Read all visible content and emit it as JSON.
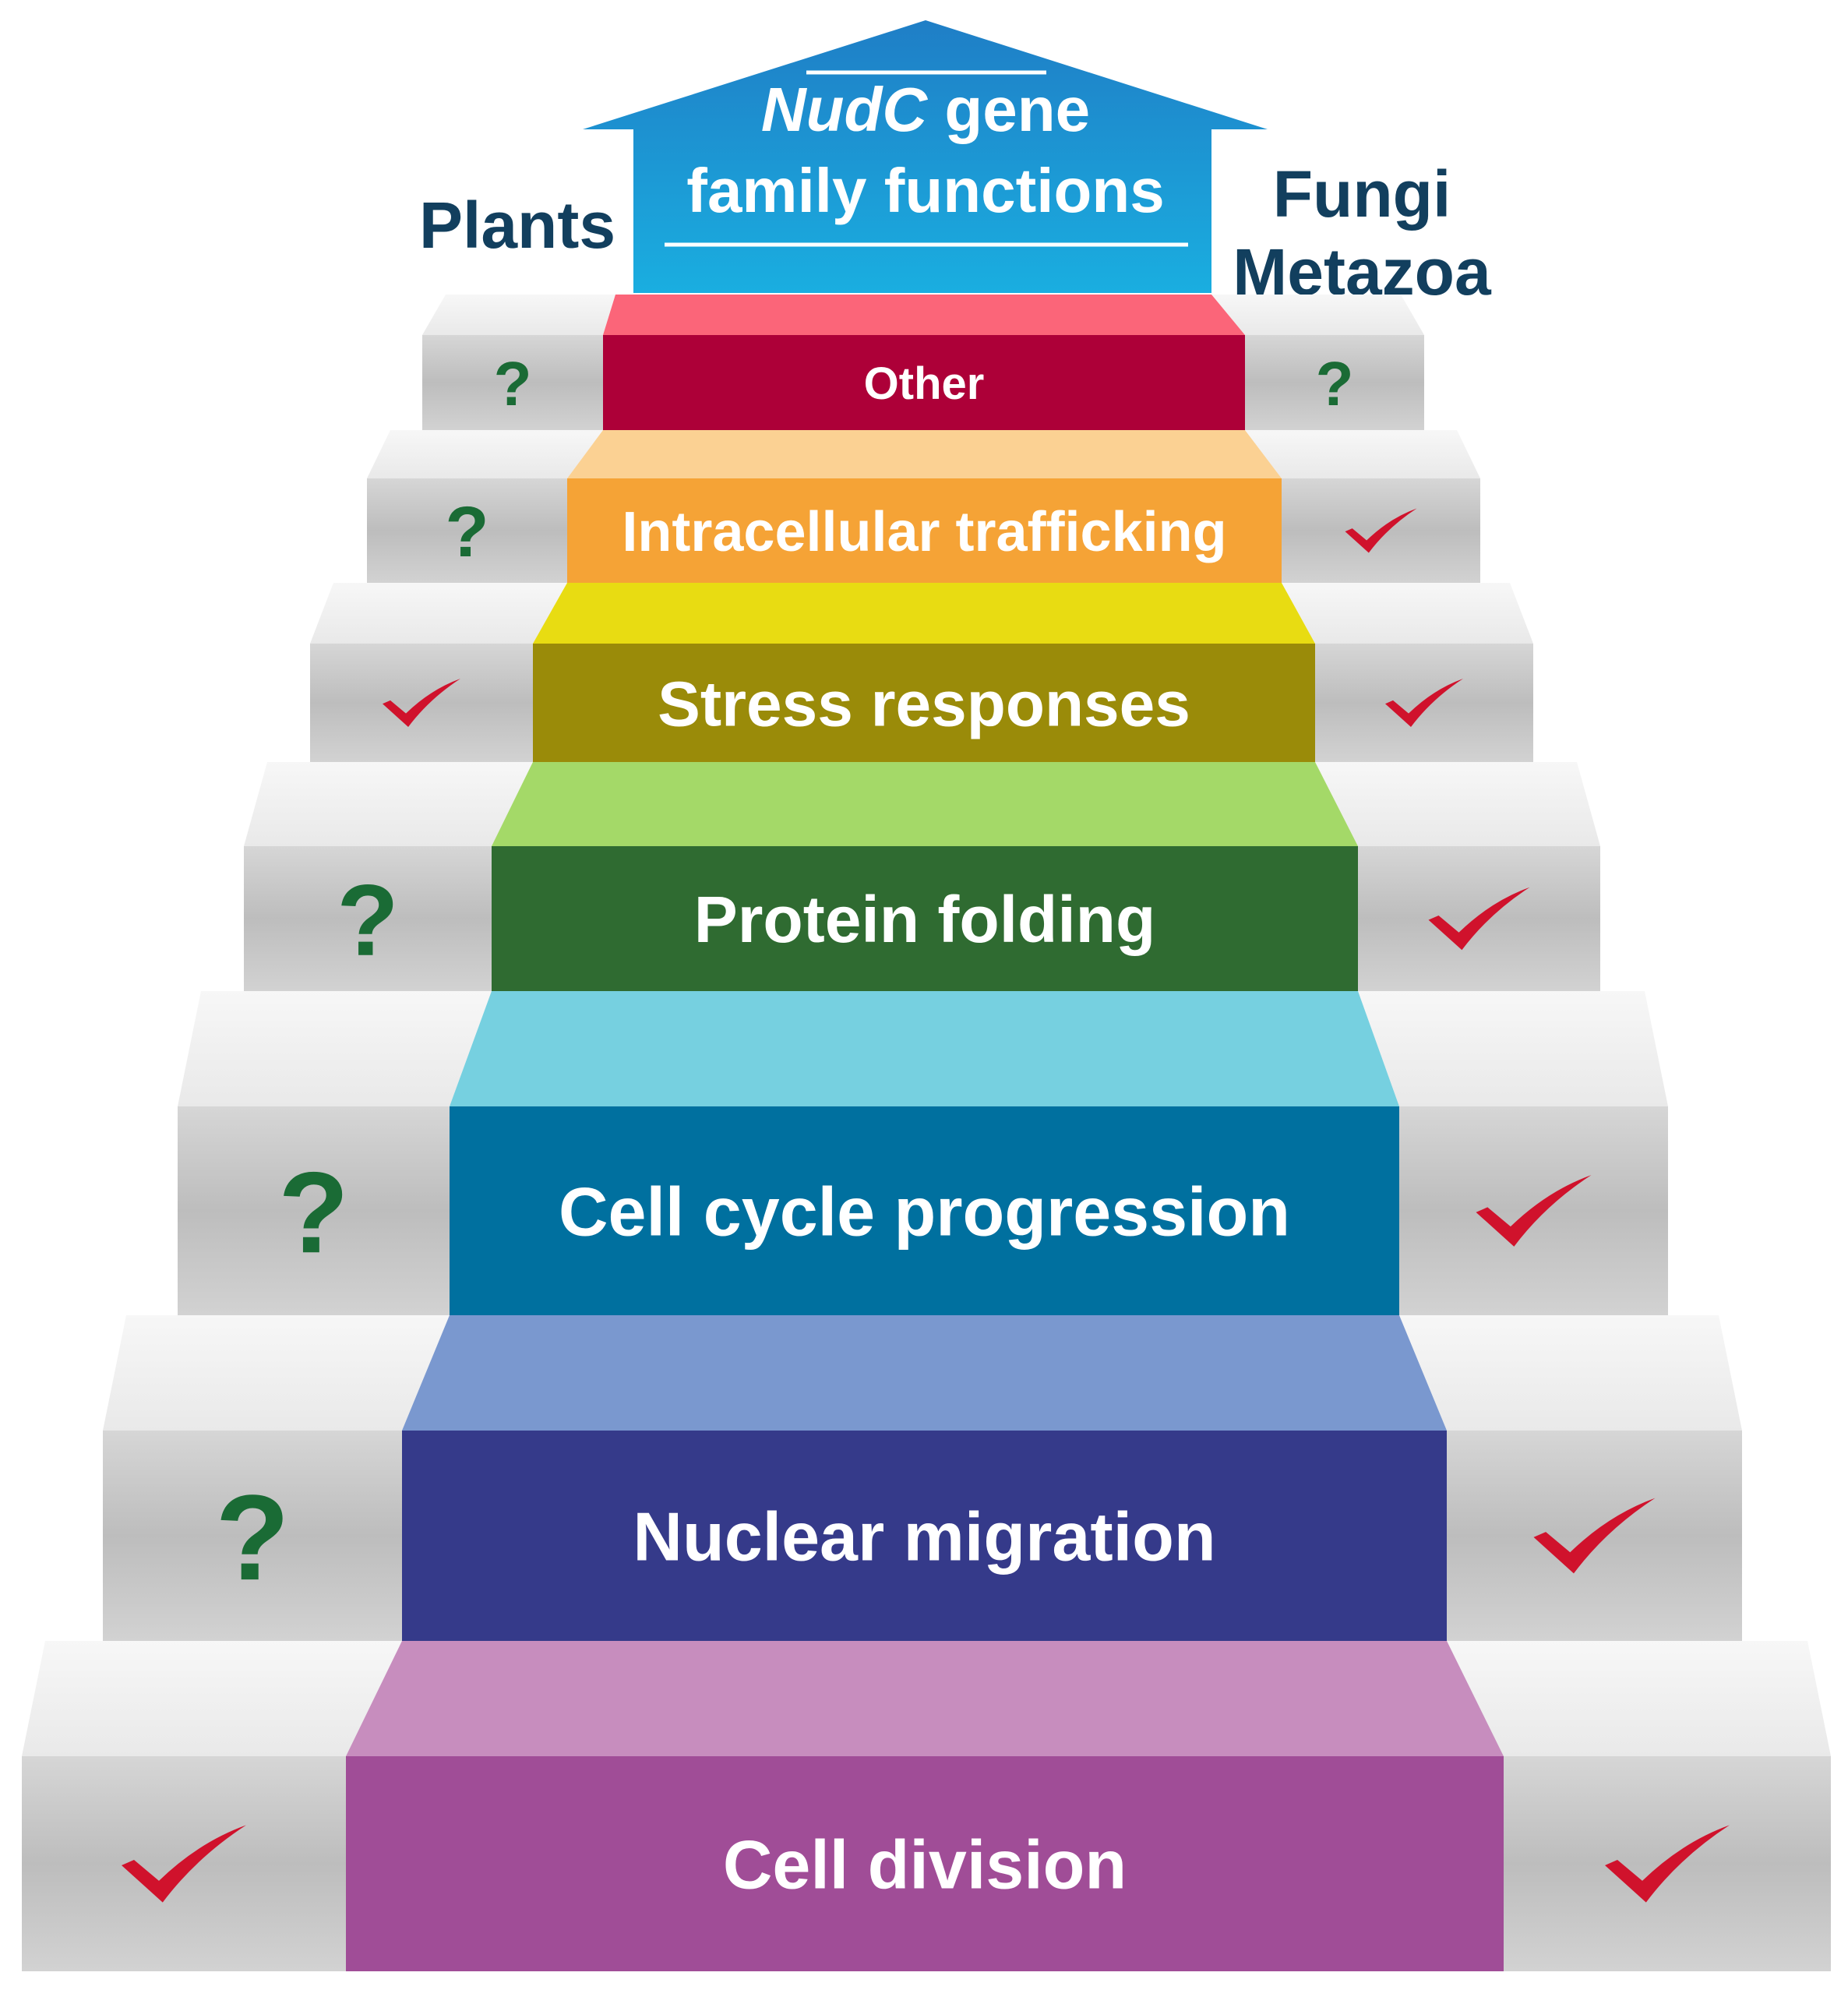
{
  "header": {
    "title_italic": "NudC",
    "title_line1_rest": " gene",
    "title_line2": "family functions",
    "arrow_color": "#1e90d6",
    "left_group": "Plants",
    "right_group_line1": "Fungi",
    "right_group_line2": "Metazoa",
    "group_label_color": "#123f5e"
  },
  "steps": [
    {
      "label": "Other",
      "riser_color": "#ad0038",
      "tread_color": "#fb6579",
      "plants": "question",
      "fungi_metazoa": "question"
    },
    {
      "label": "Intracellular trafficking",
      "riser_color": "#f5a336",
      "tread_color": "#fbd193",
      "plants": "question",
      "fungi_metazoa": "check"
    },
    {
      "label": "Stress responses",
      "riser_color": "#9a8b09",
      "tread_color": "#e8dc12",
      "plants": "check",
      "fungi_metazoa": "check"
    },
    {
      "label": "Protein folding",
      "riser_color": "#2f6b31",
      "tread_color": "#a4d968",
      "plants": "question",
      "fungi_metazoa": "check"
    },
    {
      "label": "Cell cycle progression",
      "riser_color": "#00709f",
      "tread_color": "#76d0e0",
      "plants": "question",
      "fungi_metazoa": "check"
    },
    {
      "label": "Nuclear migration",
      "riser_color": "#353a8a",
      "tread_color": "#7a98cf",
      "plants": "question",
      "fungi_metazoa": "check"
    },
    {
      "label": "Cell division",
      "riser_color": "#a04d97",
      "tread_color": "#c78dbe",
      "plants": "check",
      "fungi_metazoa": "check"
    }
  ],
  "symbols": {
    "question": {
      "glyph": "?",
      "color": "#1a6b35"
    },
    "check": {
      "color": "#d0122c"
    }
  }
}
